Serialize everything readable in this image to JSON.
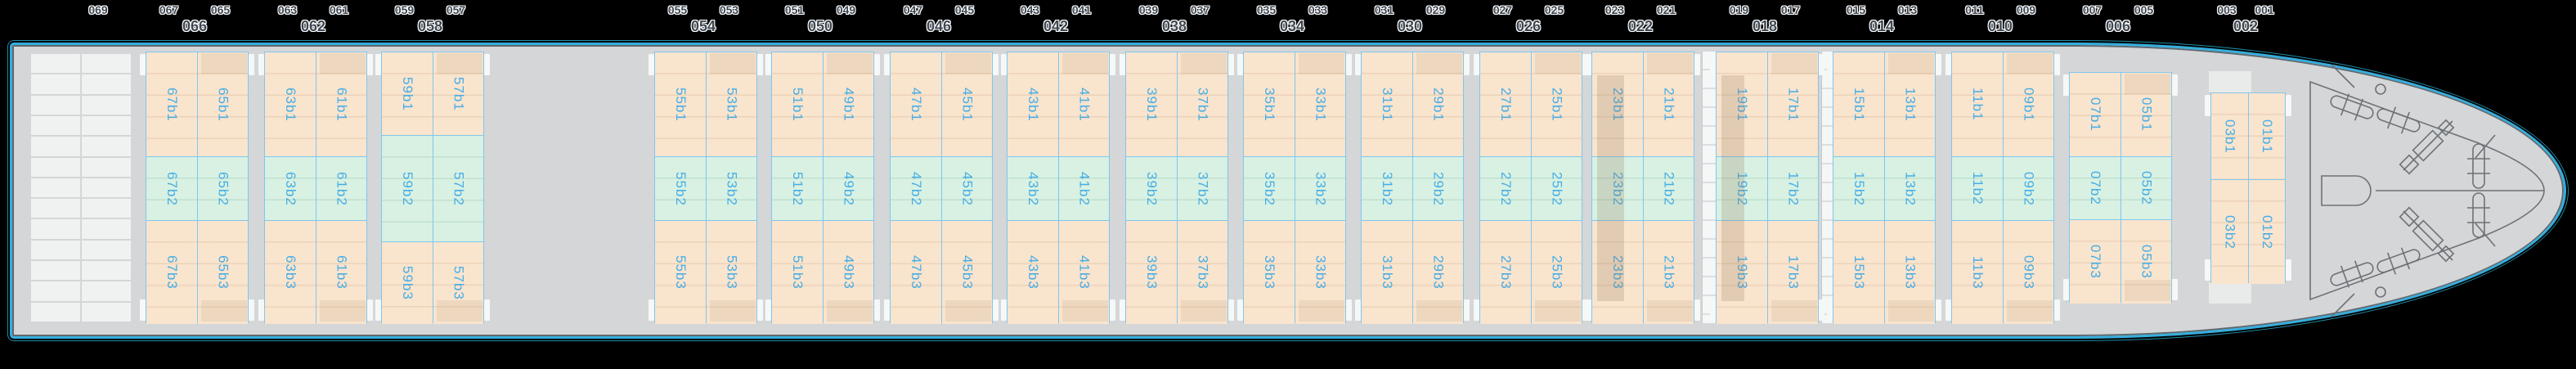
{
  "plan_type": "vessel-deck-bay-plan",
  "stern_area": {
    "lone_bay_label": "069",
    "empty_grid_rows": 13,
    "empty_grid_cols": 2
  },
  "bays": [
    {
      "id": "066",
      "odd_left": "067",
      "odd_right": "065",
      "cells": {
        "left": [
          "67b1",
          "67b2",
          "67b3"
        ],
        "right": [
          "65b1",
          "65b2",
          "65b3"
        ]
      }
    },
    {
      "id": "062",
      "odd_left": "063",
      "odd_right": "061",
      "cells": {
        "left": [
          "63b1",
          "63b2",
          "63b3"
        ],
        "right": [
          "61b1",
          "61b2",
          "61b3"
        ]
      }
    },
    {
      "id": "058",
      "odd_left": "059",
      "odd_right": "057",
      "cells": {
        "left": [
          "59b1",
          "59b2",
          "59b3"
        ],
        "right": [
          "57b1",
          "57b2",
          "57b3"
        ]
      }
    },
    {
      "id": "054",
      "odd_left": "055",
      "odd_right": "053",
      "cells": {
        "left": [
          "55b1",
          "55b2",
          "55b3"
        ],
        "right": [
          "53b1",
          "53b2",
          "53b3"
        ]
      }
    },
    {
      "id": "050",
      "odd_left": "051",
      "odd_right": "049",
      "cells": {
        "left": [
          "51b1",
          "51b2",
          "51b3"
        ],
        "right": [
          "49b1",
          "49b2",
          "49b3"
        ]
      }
    },
    {
      "id": "046",
      "odd_left": "047",
      "odd_right": "045",
      "cells": {
        "left": [
          "47b1",
          "47b2",
          "47b3"
        ],
        "right": [
          "45b1",
          "45b2",
          "45b3"
        ]
      }
    },
    {
      "id": "042",
      "odd_left": "043",
      "odd_right": "041",
      "cells": {
        "left": [
          "43b1",
          "43b2",
          "43b3"
        ],
        "right": [
          "41b1",
          "41b2",
          "41b3"
        ]
      }
    },
    {
      "id": "038",
      "odd_left": "039",
      "odd_right": "037",
      "cells": {
        "left": [
          "39b1",
          "39b2",
          "39b3"
        ],
        "right": [
          "37b1",
          "37b2",
          "37b3"
        ]
      }
    },
    {
      "id": "034",
      "odd_left": "035",
      "odd_right": "033",
      "cells": {
        "left": [
          "35b1",
          "35b2",
          "35b3"
        ],
        "right": [
          "33b1",
          "33b2",
          "33b3"
        ]
      }
    },
    {
      "id": "030",
      "odd_left": "031",
      "odd_right": "029",
      "cells": {
        "left": [
          "31b1",
          "31b2",
          "31b3"
        ],
        "right": [
          "29b1",
          "29b2",
          "29b3"
        ]
      }
    },
    {
      "id": "026",
      "odd_left": "027",
      "odd_right": "025",
      "cells": {
        "left": [
          "27b1",
          "27b2",
          "27b3"
        ],
        "right": [
          "25b1",
          "25b2",
          "25b3"
        ]
      }
    },
    {
      "id": "022",
      "odd_left": "023",
      "odd_right": "021",
      "cells": {
        "left": [
          "23b1",
          "23b2",
          "23b3"
        ],
        "right": [
          "21b1",
          "21b2",
          "21b3"
        ]
      }
    },
    {
      "id": "018",
      "odd_left": "019",
      "odd_right": "017",
      "cells": {
        "left": [
          "19b1",
          "19b2",
          "19b3"
        ],
        "right": [
          "17b1",
          "17b2",
          "17b3"
        ]
      }
    },
    {
      "id": "014",
      "odd_left": "015",
      "odd_right": "013",
      "cells": {
        "left": [
          "15b1",
          "15b2",
          "15b3"
        ],
        "right": [
          "13b1",
          "13b2",
          "13b3"
        ]
      }
    },
    {
      "id": "010",
      "odd_left": "011",
      "odd_right": "009",
      "cells": {
        "left": [
          "11b1",
          "11b2",
          "11b3"
        ],
        "right": [
          "09b1",
          "09b2",
          "09b3"
        ]
      }
    },
    {
      "id": "006",
      "odd_left": "007",
      "odd_right": "005",
      "cells": {
        "left": [
          "07b1",
          "07b2",
          "07b3"
        ],
        "right": [
          "05b1",
          "05b2",
          "05b3"
        ]
      }
    },
    {
      "id": "002",
      "odd_left": "003",
      "odd_right": "001",
      "cells": {
        "left": [
          "03b1",
          "03b2"
        ],
        "right": [
          "01b1",
          "01b2"
        ]
      }
    }
  ],
  "row_tiers": [
    "b1",
    "b2",
    "b3"
  ],
  "icons": {
    "bow_equipment": "bow-mooring-equipment-icon",
    "winch": "mooring-winch-icon",
    "anchor_chain": "anchor-chain-icon",
    "forecastle": "forecastle-outline-icon"
  },
  "colors": {
    "background": "#000000",
    "hull_fill": "#d5d6d7",
    "hull_stroke": "#35aedd",
    "hull_inner_line": "#22323e",
    "deck_cell": "#f0f1f1",
    "slot_peach": "#f9e4ce",
    "slot_green": "#d8f1e2",
    "slot_border": "#7ec7ef",
    "slot_text": "#47aee6",
    "bay_label": "#3f4852",
    "equipment_line": "#6d7277"
  }
}
